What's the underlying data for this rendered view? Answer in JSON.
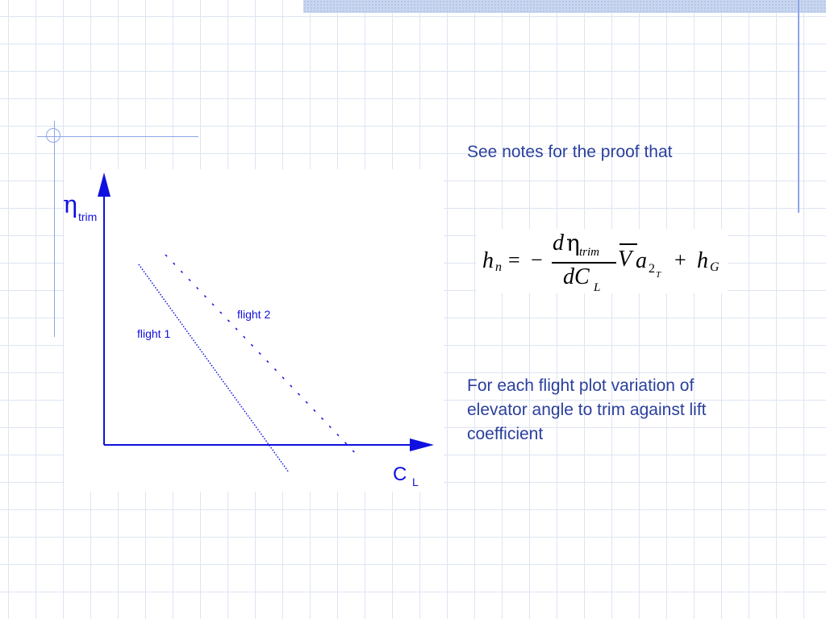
{
  "slide": {
    "note_top": "See notes for the proof that",
    "note_bottom": "For each flight plot variation of elevator angle to trim against lift coefficient"
  },
  "diagram": {
    "y_axis": {
      "symbol": "η",
      "subscript": "trim"
    },
    "x_axis": {
      "symbol": "C",
      "subscript": "L"
    },
    "series": [
      {
        "name": "flight 1",
        "style": "dotted"
      },
      {
        "name": "flight 2",
        "style": "dashed"
      }
    ]
  },
  "formula": {
    "h": "h",
    "h_sub": "n",
    "equals": "=",
    "minus": "−",
    "num_d": "d",
    "num_eta": "η",
    "num_sub": "trim",
    "den_dC": "dC",
    "den_sub": "L",
    "V": "V",
    "a": "a",
    "a_sub": "2",
    "a_subsub": "T",
    "plus": "+",
    "h2": "h",
    "h2_sub": "G"
  },
  "colors": {
    "diagram_blue": "#1010e0",
    "text_blue": "#2a3f9c",
    "grid": "#dde4f3",
    "accent_lines": "#8fa6e8"
  }
}
